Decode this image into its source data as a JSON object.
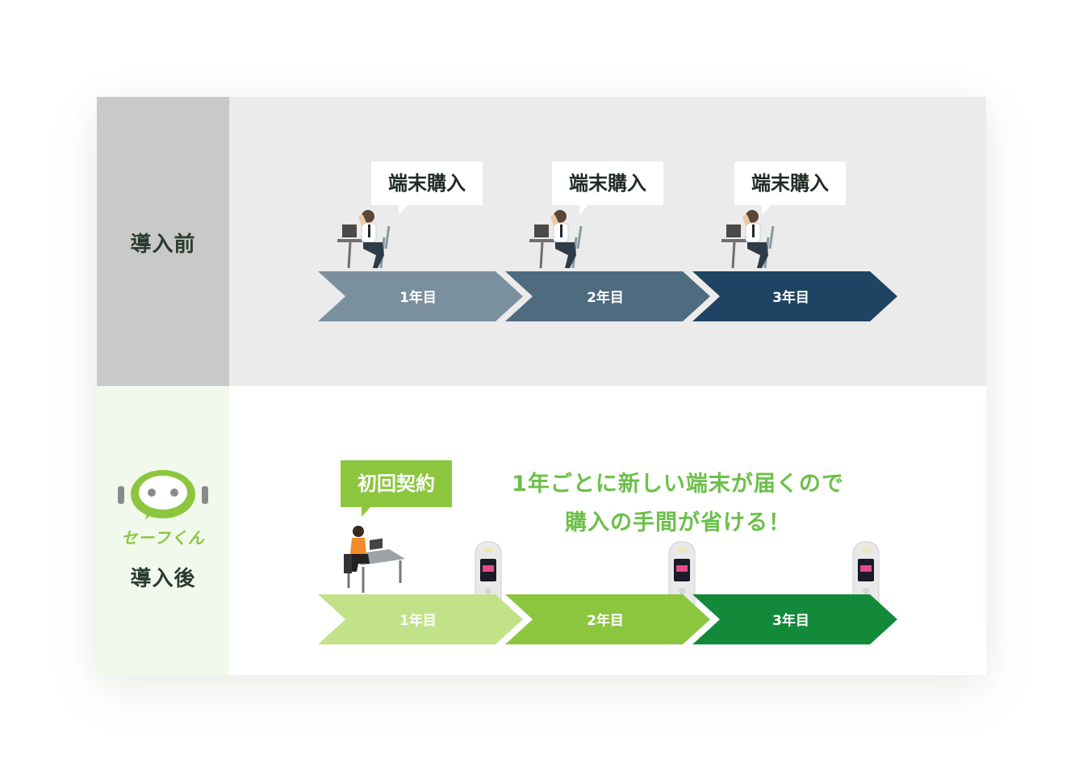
{
  "before": {
    "label": "導入前",
    "bubbles": [
      "端末購入",
      "端末購入",
      "端末購入"
    ],
    "steps": [
      "1年目",
      "2年目",
      "3年目"
    ],
    "colors": [
      "#7a909e",
      "#4e6b80",
      "#1f4463"
    ]
  },
  "after": {
    "label": "導入後",
    "logo_text": "セーフくん",
    "bubble": "初回契約",
    "message_line1": "1年ごとに新しい端末が届くので",
    "message_line2": "購入の手間が省ける！",
    "steps": [
      "1年目",
      "2年目",
      "3年目"
    ],
    "colors": [
      "#c2e28a",
      "#8cc63f",
      "#138a3a"
    ]
  }
}
